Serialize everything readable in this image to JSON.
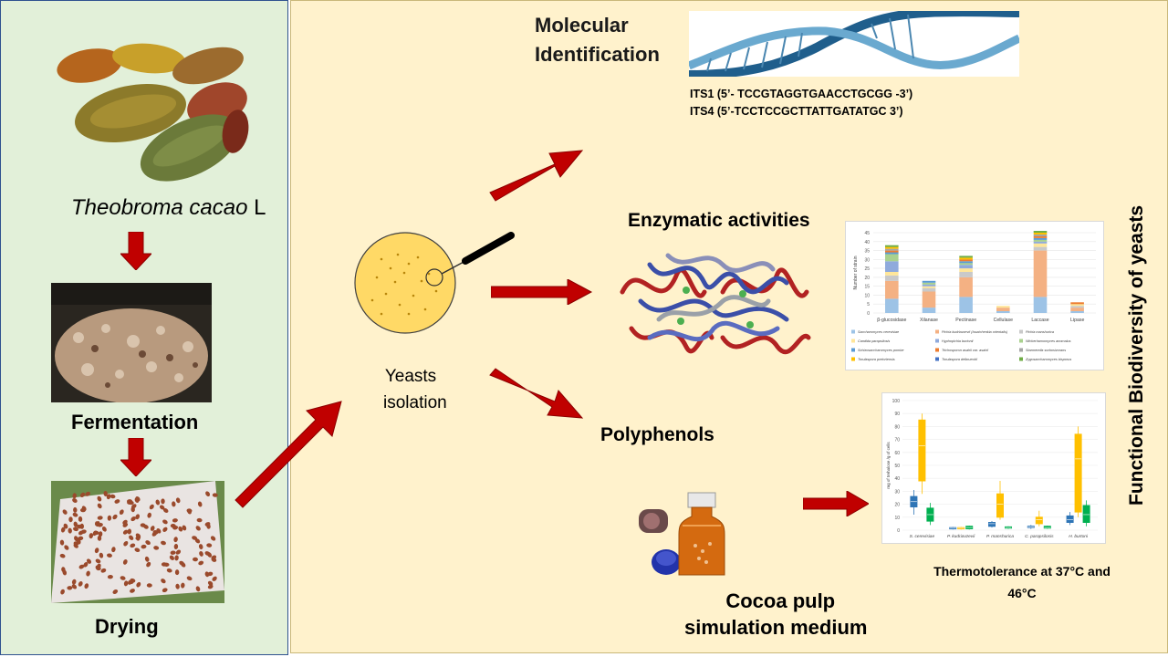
{
  "left_panel": {
    "species": {
      "genus": "Theobroma cacao",
      "authority": "L"
    },
    "fermentation_label": "Fermentation",
    "drying_label": "Drying"
  },
  "center": {
    "isolation_label_line1": "Yeasts",
    "isolation_label_line2": "isolation"
  },
  "molecular": {
    "title_line1": "Molecular",
    "title_line2": "Identification",
    "primers": [
      "ITS1 (5’- TCCGTAGGTGAACCTGCGG -3’)",
      "ITS4 (5’-TCCTCCGCTTATTGATATGC 3’)"
    ]
  },
  "enzymatic": {
    "title": "Enzymatic activities"
  },
  "polyphenols": {
    "title": "Polyphenols"
  },
  "medium": {
    "title_line1": "Cocoa pulp",
    "title_line2": "simulation medium"
  },
  "thermo": {
    "caption_line1": "Thermotolerance at 37°C and",
    "caption_line2": "46°C"
  },
  "side_title": "Functional Biodiversity of yeasts",
  "colors": {
    "arrow": "#c00000",
    "left_panel_bg": "#e2f0d9",
    "right_panel_bg": "#fff2cc",
    "petri": "#ffd966"
  },
  "chart_data": [
    {
      "type": "bar",
      "ylabel": "Number of strain",
      "ylim": [
        0,
        45
      ],
      "yticks": [
        0,
        5,
        10,
        15,
        20,
        25,
        30,
        35,
        40,
        45
      ],
      "categories": [
        "β-glucosidase",
        "Xilanase",
        "Pectinase",
        "Cellulase",
        "Laccase",
        "Lipase"
      ],
      "stacked": true,
      "legend_placement": "bottom",
      "series": [
        {
          "name": "Saccharomyces cerevisiae",
          "color": "#9dc3e6",
          "values": [
            8,
            3,
            9,
            1,
            9,
            1
          ]
        },
        {
          "name": "Pichia kudriavzevii  (Issatchenkia orientalis)",
          "color": "#f4b183",
          "values": [
            10,
            9,
            11,
            2,
            26,
            2
          ]
        },
        {
          "name": "Pichia manshurica",
          "color": "#c9c9c9",
          "values": [
            3,
            2,
            3,
            0,
            2,
            1
          ]
        },
        {
          "name": "Candida parapsilosis",
          "color": "#ffe699",
          "values": [
            2,
            1,
            2,
            1,
            2,
            1
          ]
        },
        {
          "name": "Hyphopichia burtonii",
          "color": "#8faadc",
          "values": [
            6,
            1,
            2,
            0,
            1,
            0
          ]
        },
        {
          "name": "Wickerhamomyces anomalus",
          "color": "#a9d18e",
          "values": [
            4,
            1,
            1,
            0,
            1,
            0
          ]
        },
        {
          "name": "Schizosaccharomyces pombe",
          "color": "#5b9bd5",
          "values": [
            1,
            1,
            1,
            0,
            1,
            0
          ]
        },
        {
          "name": "Trichosporon asahii var. asahii",
          "color": "#ed7d31",
          "values": [
            1,
            0,
            1,
            0,
            1,
            1
          ]
        },
        {
          "name": "Starmerella sorbosivorans",
          "color": "#a5a5a5",
          "values": [
            1,
            0,
            0,
            0,
            1,
            0
          ]
        },
        {
          "name": "Torulaspora pretoriensis",
          "color": "#ffc000",
          "values": [
            1,
            0,
            1,
            0,
            1,
            0
          ]
        },
        {
          "name": "Torulaspora delbrueckii",
          "color": "#4472c4",
          "values": [
            0,
            0,
            0,
            0,
            0,
            0
          ]
        },
        {
          "name": "Zygosaccharomyces bisporus",
          "color": "#70ad47",
          "values": [
            1,
            0,
            1,
            0,
            1,
            0
          ]
        }
      ]
    },
    {
      "type": "box",
      "ylabel": "mg of trehalose /g of cells",
      "ylim": [
        0,
        100
      ],
      "yticks": [
        0,
        10,
        20,
        30,
        40,
        50,
        60,
        70,
        80,
        90,
        100
      ],
      "categories": [
        "S. cerevisiae",
        "P. kudriavzevii",
        "P. manshurica",
        "C. parapsilosis",
        "H. burtoni"
      ],
      "series": [
        {
          "color": "#2e75b6",
          "boxes": [
            [
              12,
              18,
              22,
              26,
              31
            ],
            [
              0.5,
              1,
              1.5,
              2,
              2.5
            ],
            [
              2,
              3,
              5,
              6,
              7
            ],
            [
              1,
              2,
              2.5,
              3,
              4
            ],
            [
              4,
              6,
              8,
              11,
              14
            ]
          ]
        },
        {
          "color": "#ffc000",
          "boxes": [
            [
              28,
              38,
              65,
              85,
              90
            ],
            [
              0.5,
              1,
              1.5,
              2,
              2.5
            ],
            [
              8,
              10,
              20,
              28,
              38
            ],
            [
              3,
              5,
              8,
              10,
              15
            ],
            [
              10,
              14,
              55,
              74,
              80
            ]
          ]
        },
        {
          "color": "#00b050",
          "boxes": [
            [
              4,
              7,
              12,
              17,
              21
            ],
            [
              0.5,
              1,
              2,
              3,
              3.5
            ],
            [
              1,
              1.5,
              2,
              2.5,
              3
            ],
            [
              1,
              1.5,
              2,
              3,
              3.5
            ],
            [
              3,
              6,
              12,
              19,
              23
            ]
          ]
        }
      ]
    }
  ]
}
